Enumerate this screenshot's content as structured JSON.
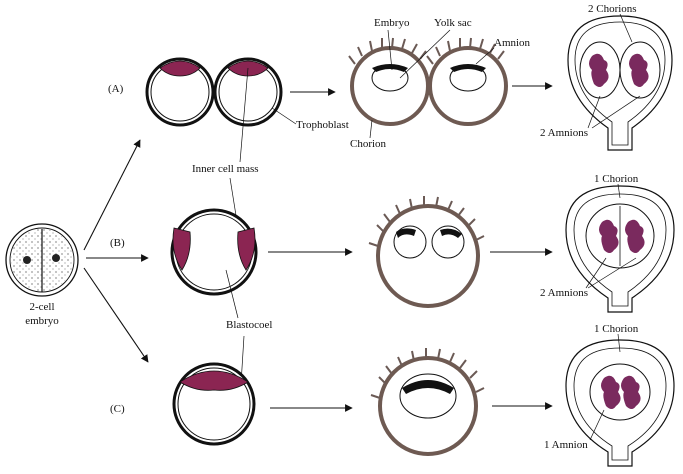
{
  "labels": {
    "two_cell_line1": "2-cell",
    "two_cell_line2": "embryo",
    "row_a": "(A)",
    "row_b": "(B)",
    "row_c": "(C)",
    "embryo": "Embryo",
    "yolk_sac": "Yolk sac",
    "amnion": "Amnion",
    "chorion": "Chorion",
    "trophoblast": "Trophoblast",
    "inner_cell_mass": "Inner cell mass",
    "blastocoel": "Blastocoel",
    "two_chorions": "2 Chorions",
    "two_amnions_a": "2 Amnions",
    "one_chorion_b": "1 Chorion",
    "two_amnions_b": "2 Amnions",
    "one_chorion_c": "1 Chorion",
    "one_amnion": "1 Amnion"
  },
  "colors": {
    "inner_cell_mass": "#8b2552",
    "fetus": "#7a2a5e",
    "villi": "#6b5a55",
    "chorion_wall": "#6e5a52",
    "ink": "#111111"
  }
}
